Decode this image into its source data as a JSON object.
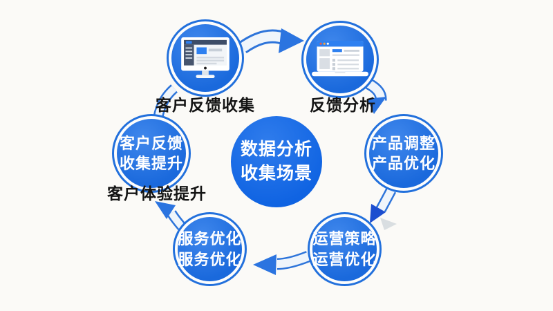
{
  "colors": {
    "background": "#fbfaf7",
    "primary_blue": "#2270dc",
    "disc_blue_light": "#3f87ec",
    "disc_blue_dark": "#1a69dc",
    "center_blue_light": "#2f7cec",
    "center_blue_dark": "#0f63e2",
    "band_fill": "#eff5fb",
    "band_stroke": "#2d74da",
    "arrowhead_blue": "#2b74e0",
    "arrowhead_dark": "#1d4ecf",
    "label_color": "#141414",
    "circle_text": "#ffffff"
  },
  "center": {
    "line1": "数据分析",
    "line2": "收集场景"
  },
  "nodes": {
    "top_left": {
      "icon": "desktop-monitor-icon",
      "label": "客户反馈收集"
    },
    "top_right": {
      "icon": "laptop-browser-icon",
      "label": "反馈分析"
    },
    "right": {
      "line1": "产品调整",
      "line2": "产品优化"
    },
    "bottom_right": {
      "line1": "运营策略",
      "line2": "运营优化"
    },
    "bottom_left": {
      "line1": "服务优化",
      "line2": "服务优化"
    },
    "left": {
      "line1": "客户反馈",
      "line2": "收集提升",
      "label": "客户体验提升"
    }
  }
}
